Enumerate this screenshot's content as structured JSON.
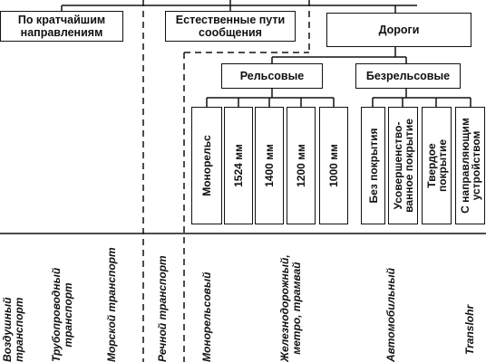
{
  "top_boxes": {
    "shortest": "По кратчайшим направлениям",
    "natural": "Естественные пути сообщения",
    "roads": "Дороги"
  },
  "road_types": {
    "rail": "Рельсовые",
    "trackless": "Безрельсовые"
  },
  "rail_items": [
    "Монорельс",
    "1524 мм",
    "1400 мм",
    "1200 мм",
    "1000 мм"
  ],
  "trackless_items": [
    [
      "Без покрытия"
    ],
    [
      "Усовершенство-",
      "ванное покрытие"
    ],
    [
      "Твердое",
      "покрытие"
    ],
    [
      "С направляющим",
      "устройством"
    ]
  ],
  "transport_types": [
    [
      "Воздушный",
      "транспорт"
    ],
    [
      "Трубопроводный",
      "транспорт"
    ],
    [
      "Морской транспорт"
    ],
    [
      "Речной транспорт"
    ],
    [
      "Монорельсовый"
    ],
    [
      "Железнодорожный,",
      "метро, трамвай"
    ],
    [
      "Автомобильный"
    ],
    [
      "Translohr"
    ]
  ]
}
